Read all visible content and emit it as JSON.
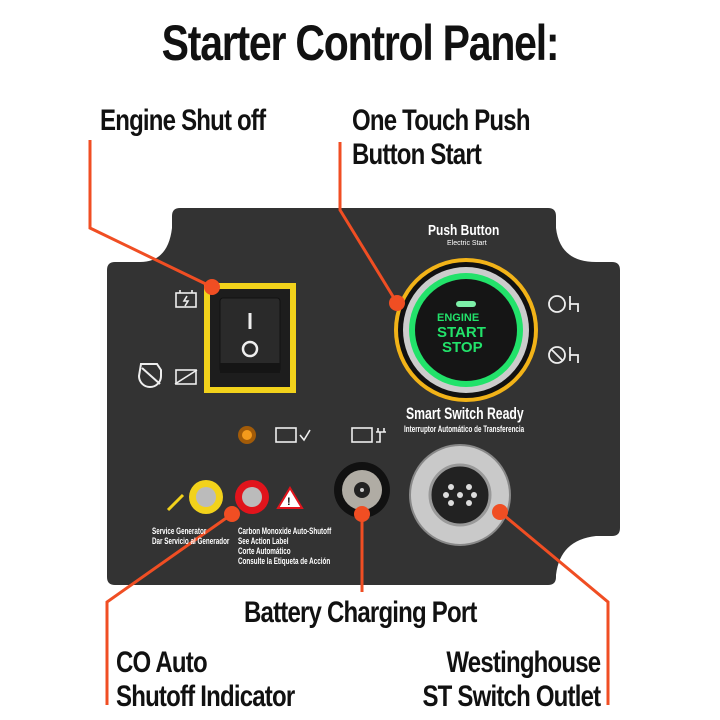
{
  "title": "Starter Control Panel:",
  "callouts": {
    "engine_shutoff": "Engine Shut off",
    "push_start_line1": "One Touch Push",
    "push_start_line2": "Button Start",
    "co_line1": "CO Auto",
    "co_line2": "Shutoff Indicator",
    "battery": "Battery Charging Port",
    "outlet_line1": "Westinghouse",
    "outlet_line2": "ST Switch Outlet"
  },
  "panel": {
    "push_button_title": "Push Button",
    "push_button_sub": "Electric Start",
    "button_text": [
      "ENGINE",
      "START",
      "STOP"
    ],
    "smart_switch_title": "Smart Switch Ready",
    "smart_switch_sub": "Interruptor Automático de Transferencia",
    "service_label": [
      "Service Generator",
      "Dar Servicio al Generador"
    ],
    "co_label": [
      "Carbon Monoxide Auto-Shutoff",
      "See Action Label",
      "Corte Automático",
      "Consulte la Etiqueta de Acción"
    ],
    "rocker_on": "I",
    "rocker_off": "O"
  },
  "colors": {
    "callout": "#f04e23",
    "panel": "#333333",
    "switch_frame": "#f2d21b",
    "button_glow": "#22e26a",
    "ring": "#f2b318"
  }
}
